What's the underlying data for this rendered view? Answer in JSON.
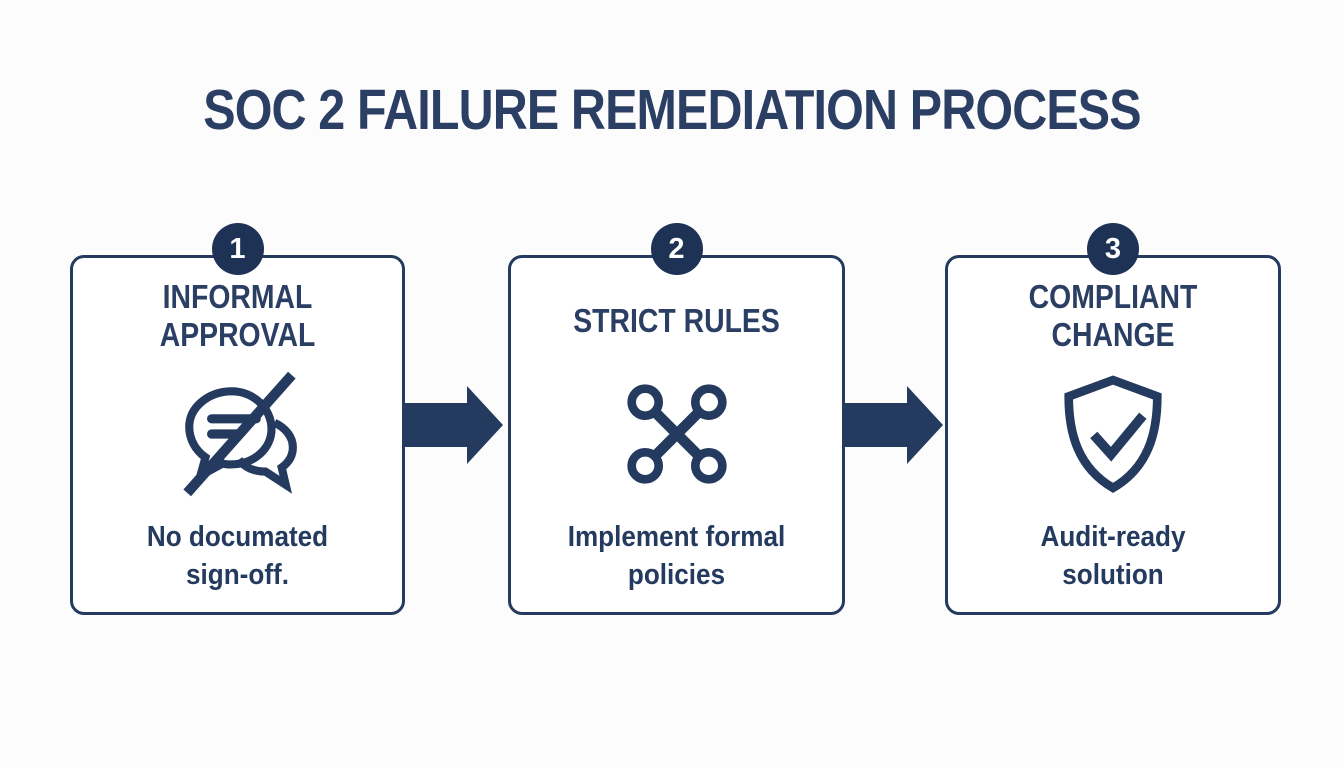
{
  "title": "SOC 2 FAILURE REMEDIATION PROCESS",
  "colors": {
    "navy": "#243a5e",
    "badge_navy": "#1d3254",
    "title_navy": "#2b3e63",
    "background": "#fcfcfd",
    "card_background": "#ffffff"
  },
  "steps": [
    {
      "number": "1",
      "title": "INFORMAL APPROVAL",
      "title_lines": [
        "INFORMAL",
        "APPROVAL"
      ],
      "description": "No documated sign-off.",
      "desc_lines": [
        "No documated",
        "sign-off."
      ],
      "icon": "chat-bubbles-slash-icon"
    },
    {
      "number": "2",
      "title": "STRICT RULES",
      "title_lines": [
        "STRICT RULES"
      ],
      "description": "Implement formal policies",
      "desc_lines": [
        "Implement formal",
        "policies"
      ],
      "icon": "crossed-links-icon"
    },
    {
      "number": "3",
      "title": "COMPLIANT CHANGE",
      "title_lines": [
        "COMPLIANT",
        "CHANGE"
      ],
      "description": "Audit-ready solution",
      "desc_lines": [
        "Audit-ready",
        "solution"
      ],
      "icon": "shield-check-icon"
    }
  ],
  "arrows": [
    "right-arrow",
    "right-arrow"
  ]
}
